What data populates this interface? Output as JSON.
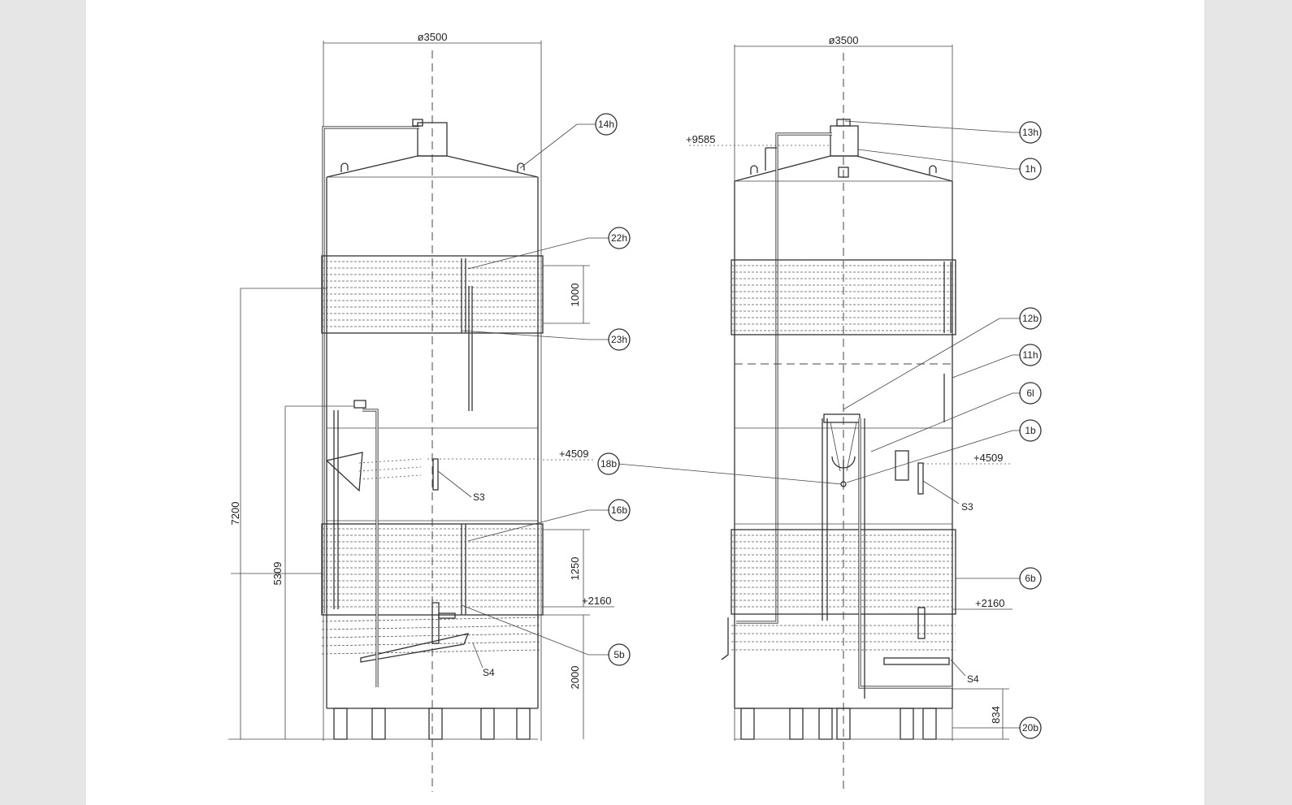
{
  "tank_left": {
    "diameter": "ø3500",
    "dimensions": {
      "total_height": "7200",
      "mid_height": "5309",
      "upper_jacket": "1000",
      "lower_jacket": "1250",
      "base_height": "2000"
    },
    "levels": {
      "upper": "+4509",
      "lower": "+2160"
    },
    "sensors": {
      "s3": "S3",
      "s4": "S4"
    },
    "callouts": [
      "14h",
      "22h",
      "23h",
      "16b",
      "5b",
      "18b"
    ]
  },
  "tank_right": {
    "diameter": "ø3500",
    "levels": {
      "top": "+9585",
      "upper": "+4509",
      "lower": "+2160"
    },
    "dimensions": {
      "leg_height": "834"
    },
    "sensors": {
      "s3": "S3",
      "s4": "S4"
    },
    "callouts": [
      "13h",
      "1h",
      "12b",
      "11h",
      "6l",
      "1b",
      "6b",
      "20b"
    ]
  }
}
